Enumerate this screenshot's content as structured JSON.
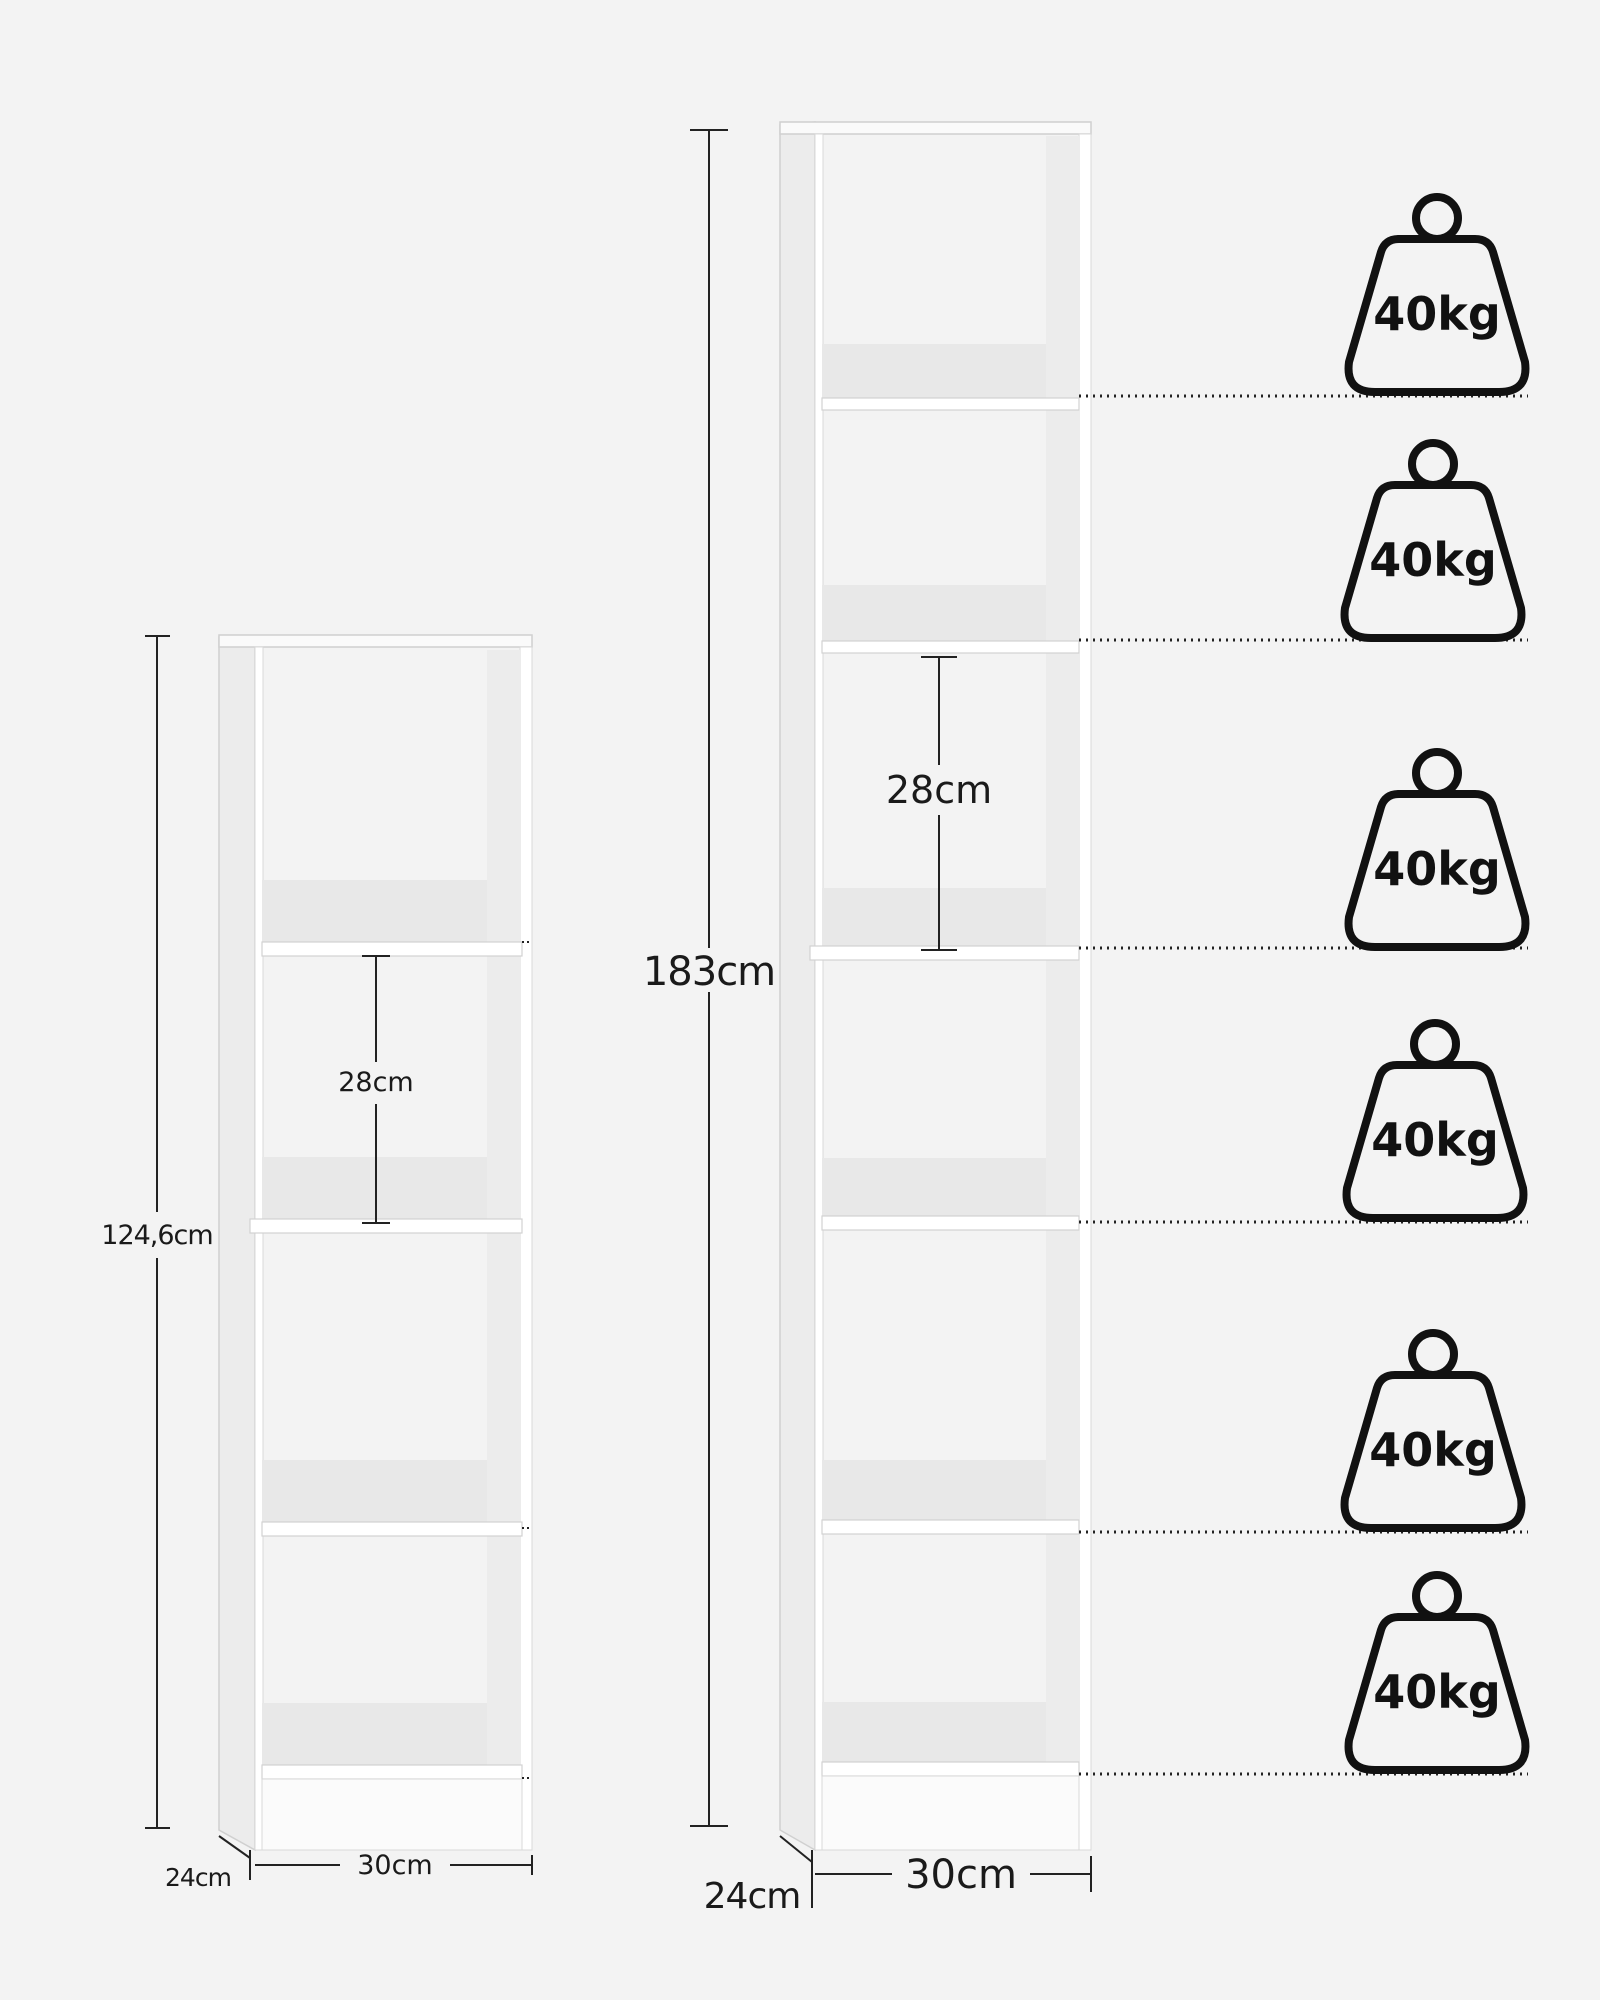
{
  "short_shelf": {
    "height_label": "124,6cm",
    "depth_label": "24cm",
    "width_label": "30cm",
    "compartment_label": "28cm"
  },
  "tall_shelf": {
    "height_label": "183cm",
    "depth_label": "24cm",
    "width_label": "30cm",
    "compartment_label": "28cm",
    "load_labels": [
      "40kg",
      "40kg",
      "40kg",
      "40kg",
      "40kg",
      "40kg"
    ]
  },
  "colors": {
    "background": "#f3f3f3",
    "panel": "#ffffff",
    "side_shade": "#ebebeb",
    "back_shade": "#e6e6e6",
    "outline": "#cfcfcf",
    "ink": "#111111"
  }
}
